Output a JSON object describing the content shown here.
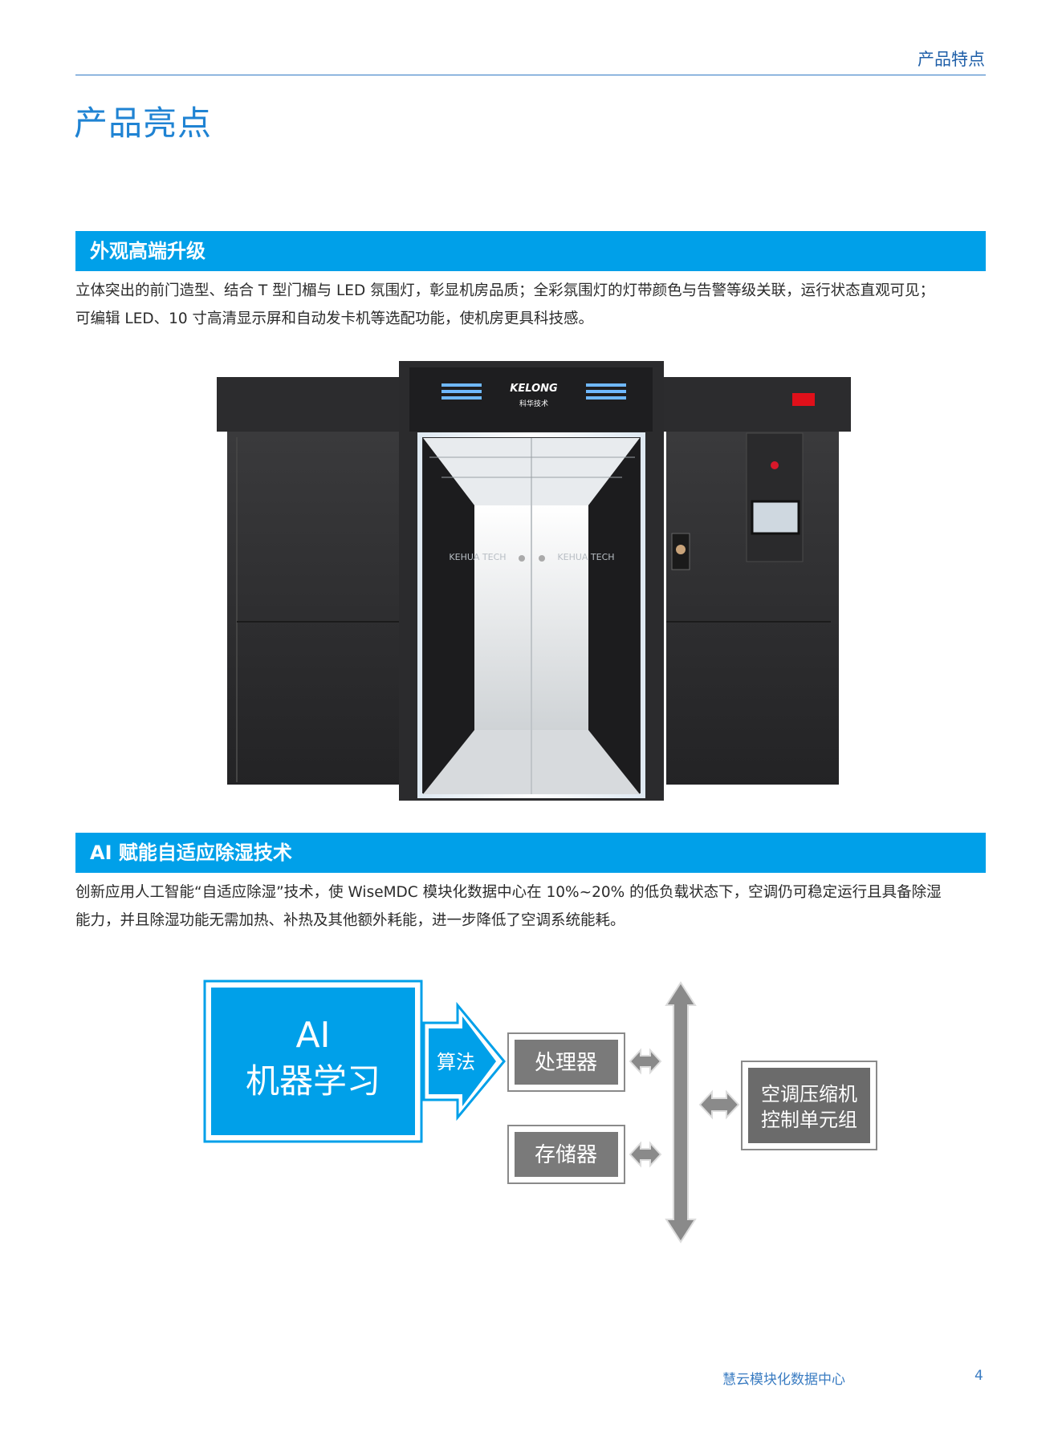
{
  "header": {
    "section_label": "产品特点"
  },
  "page_title": "产品亮点",
  "section1": {
    "title": "外观高端升级",
    "lines": [
      "立体突出的前门造型、结合 T 型门楣与 LED 氛围灯，彰显机房品质；全彩氛围灯的灯带颜色与告警等级关联，运行状态直观可见；",
      "可编辑 LED、10 寸高清显示屏和自动发卡机等选配功能，使机房更具科技感。"
    ],
    "product": {
      "logo_text": "KELONG",
      "logo_sub": "科华技术",
      "door_text_left": "KEHUA TECH",
      "door_text_right": "KEHUA TECH"
    }
  },
  "section2": {
    "title": "AI 赋能自适应除湿技术",
    "lines": [
      "创新应用人工智能“自适应除湿”技术，使 WiseMDC 模块化数据中心在 10%~20% 的低负载状态下，空调仍可稳定运行且具备除湿",
      "能力，并且除湿功能无需加热、补热及其他额外耗能，进一步降低了空调系统能耗。"
    ],
    "diagram": {
      "ai_box_line1": "AI",
      "ai_box_line2": "机器学习",
      "arrow_label": "算法",
      "processor": "处理器",
      "storage": "存储器",
      "controller_line1": "空调压缩机",
      "controller_line2": "控制单元组"
    }
  },
  "footer": {
    "doc_title": "慧云模块化数据中心",
    "page_number": "4"
  },
  "colors": {
    "accent": "#00a0e9",
    "title_blue": "#1f83d3",
    "dark_box": "#6b6b6b"
  }
}
